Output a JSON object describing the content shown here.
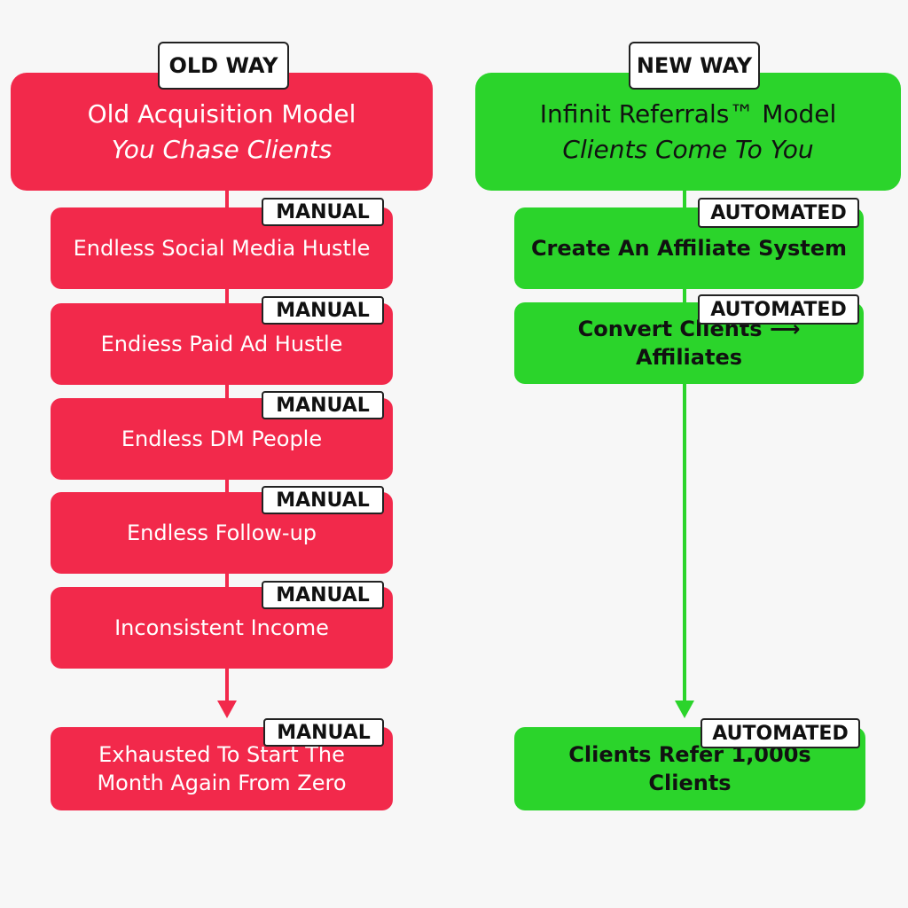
{
  "left": {
    "tag": "OLD WAY",
    "header": {
      "title": "Old Acquisition Model",
      "subtitle": "You Chase Clients"
    },
    "steps": [
      {
        "label": "Endless Social Media Hustle",
        "badge": "MANUAL"
      },
      {
        "label": "Endiess Paid Ad Hustle",
        "badge": "MANUAL"
      },
      {
        "label": "Endless DM People",
        "badge": "MANUAL"
      },
      {
        "label": "Endless Follow-up",
        "badge": "MANUAL"
      },
      {
        "label": "Inconsistent Income",
        "badge": "MANUAL"
      },
      {
        "label": "Exhausted To Start The Month Again From Zero",
        "badge": "MANUAL"
      }
    ],
    "color": "#f2294b"
  },
  "right": {
    "tag": "NEW WAY",
    "header": {
      "title": "Infinit Referrals™ Model",
      "subtitle": "Clients Come To You"
    },
    "steps": [
      {
        "label": "Create An Affiliate System",
        "badge": "AUTOMATED"
      },
      {
        "label": "Convert Clients ⟶ Affiliates",
        "badge": "AUTOMATED"
      },
      {
        "label": "Clients Refer 1,000s Clients",
        "badge": "AUTOMATED"
      }
    ],
    "color": "#2bd42b"
  }
}
